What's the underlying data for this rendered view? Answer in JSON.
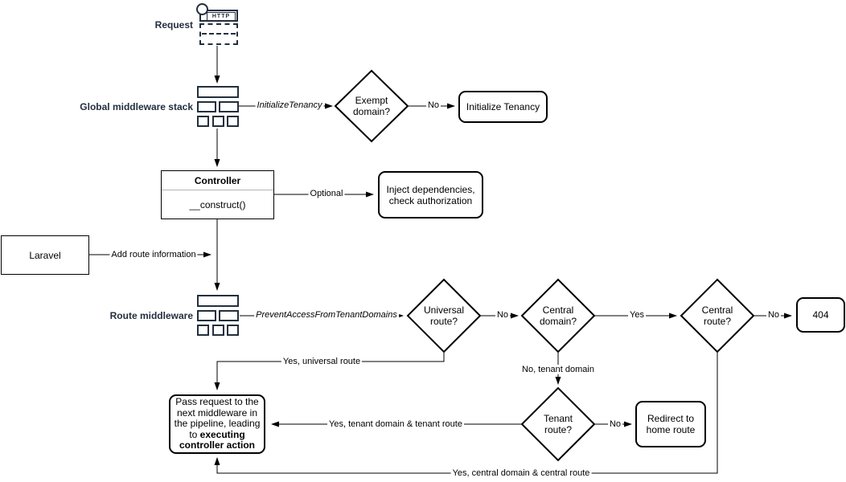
{
  "colors": {
    "accent": "#232F3E",
    "stroke": "#000000",
    "divider": "#B3B3B3",
    "background": "#FFFFFF"
  },
  "labels": {
    "request": "Request",
    "global_middleware": "Global middleware stack",
    "route_middleware": "Route middleware"
  },
  "icons": {
    "http_badge": "HTTP"
  },
  "nodes": {
    "exempt_domain": "Exempt domain?",
    "initialize_tenancy": "Initialize Tenancy",
    "controller_title": "Controller",
    "controller_method": "__construct()",
    "inject_dependencies": "Inject dependencies, check authorization",
    "laravel": "Laravel",
    "universal_route": "Universal route?",
    "central_domain": "Central domain?",
    "central_route": "Central route?",
    "not_found": "404",
    "tenant_route": "Tenant route?",
    "redirect_home": "Redirect to home route",
    "pass_request_text": "Pass request to the next middleware in the pipeline, leading to ",
    "pass_request_bold": "executing controller action"
  },
  "edge_labels": {
    "initialize_tenancy_middleware": "InitializeTenancy",
    "exempt_no": "No",
    "optional": "Optional",
    "add_route_information": "Add route information",
    "prevent_access_middleware": "PreventAccessFromTenantDomains",
    "universal_no": "No",
    "central_domain_yes": "Yes",
    "central_route_no": "No",
    "yes_universal_route": "Yes, universal route",
    "no_tenant_domain": "No, tenant domain",
    "tenant_route_no": "No",
    "yes_tenant_domain_route": "Yes, tenant domain & tenant route",
    "yes_central_domain_route": "Yes, central domain & central route"
  }
}
